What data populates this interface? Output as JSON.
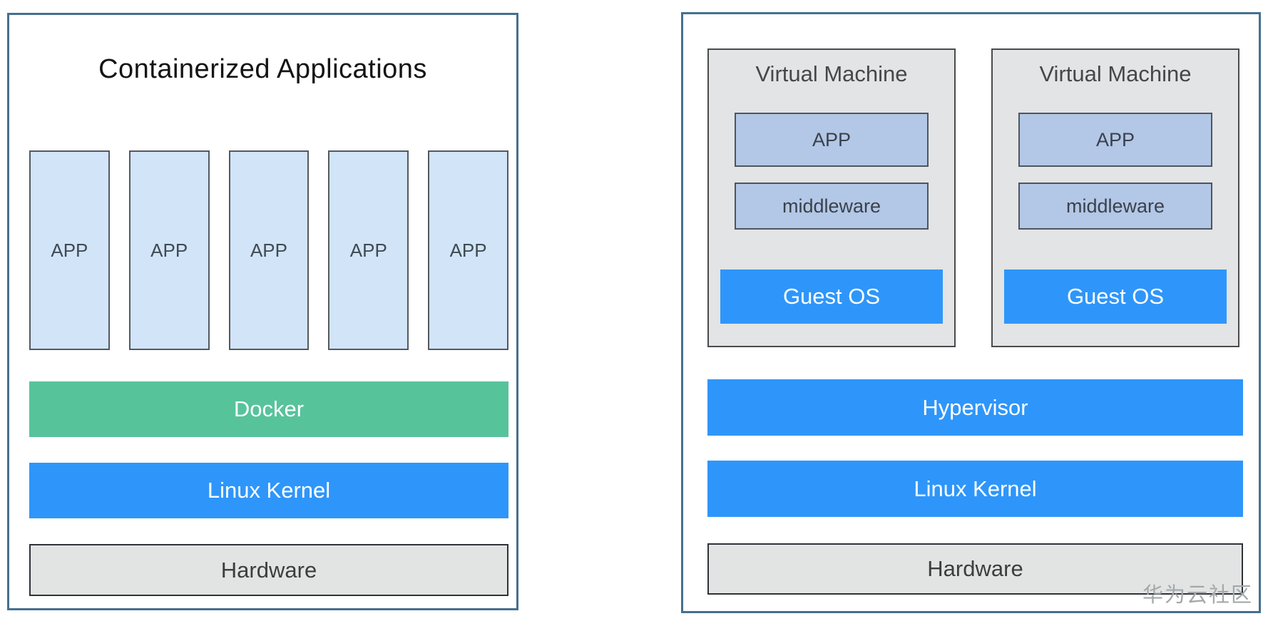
{
  "diagram": {
    "type": "architecture-comparison",
    "colors": {
      "panel_border": "#45708f",
      "container_app_fill": "#d2e4f8",
      "container_app_border": "#54595e",
      "docker_green": "#57c39b",
      "primary_blue": "#2e96fa",
      "hardware_gray": "#e2e4e4",
      "hardware_border": "#2f3237",
      "vm_box_fill": "#e2e4e5",
      "vm_box_border": "#4a4a4a",
      "vm_inner_fill": "#b3c7e6",
      "vm_inner_border": "#4d5560",
      "dark_text": "#3f4a54",
      "white_text": "#ffffff",
      "watermark_gray": "#a3a8ab"
    }
  },
  "left_panel": {
    "title": "Containerized Applications",
    "apps": [
      "APP",
      "APP",
      "APP",
      "APP",
      "APP"
    ],
    "layers": {
      "docker": "Docker",
      "kernel": "Linux Kernel",
      "hardware": "Hardware"
    }
  },
  "right_panel": {
    "vms": [
      {
        "title": "Virtual Machine",
        "app": "APP",
        "middleware": "middleware",
        "guest_os": "Guest OS"
      },
      {
        "title": "Virtual Machine",
        "app": "APP",
        "middleware": "middleware",
        "guest_os": "Guest OS"
      }
    ],
    "layers": {
      "hypervisor": "Hypervisor",
      "kernel": "Linux Kernel",
      "hardware": "Hardware"
    },
    "watermark": "华为云社区"
  }
}
